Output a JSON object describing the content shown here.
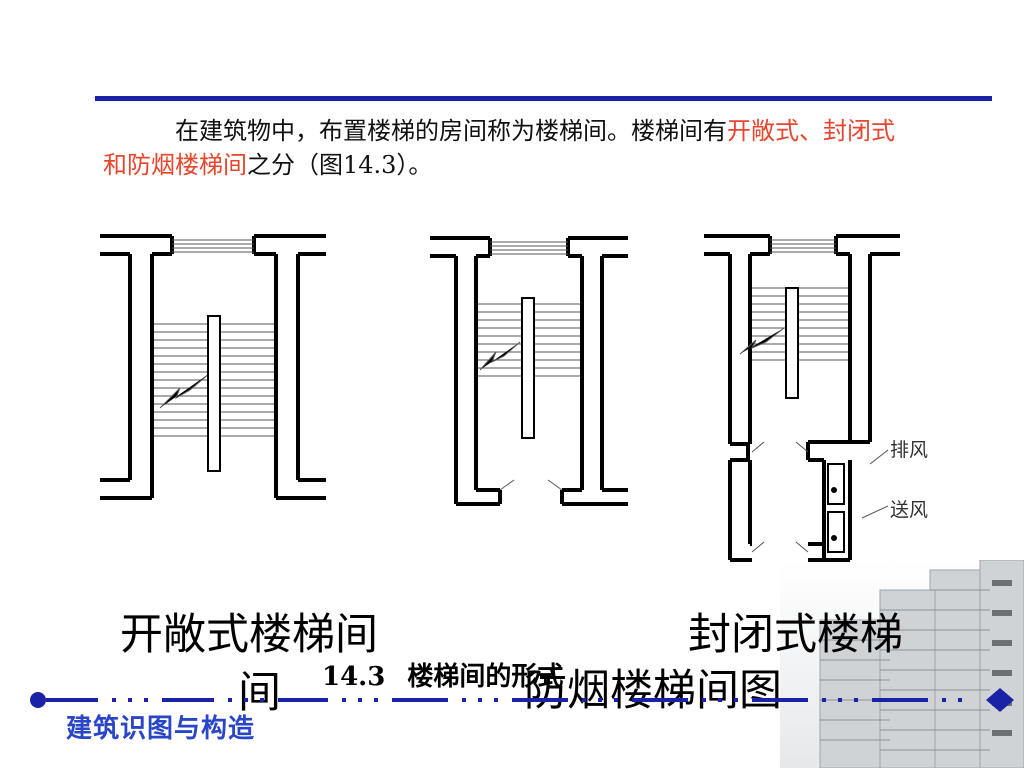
{
  "intro": {
    "text_before": "在建筑物中，布置楼梯的房间称为楼梯间。楼梯间有",
    "highlight": "开敞式、封闭式和防烟楼梯间",
    "text_after": "之分（图14.3）。",
    "highlight_color": "#e8452c"
  },
  "figures": {
    "labels": {
      "exhaust": "排风",
      "supply": "送风"
    },
    "captions": {
      "open": "开敞式楼梯间",
      "closed": "封闭式楼梯",
      "smoke": "防烟楼梯间图",
      "wrap": "间"
    },
    "figure_caption": {
      "number": "14.3",
      "title": "楼梯间的形式"
    }
  },
  "footer": {
    "title": "建筑识图与构造",
    "accent_color": "#1a22a8",
    "text_color": "#2a46c8"
  }
}
